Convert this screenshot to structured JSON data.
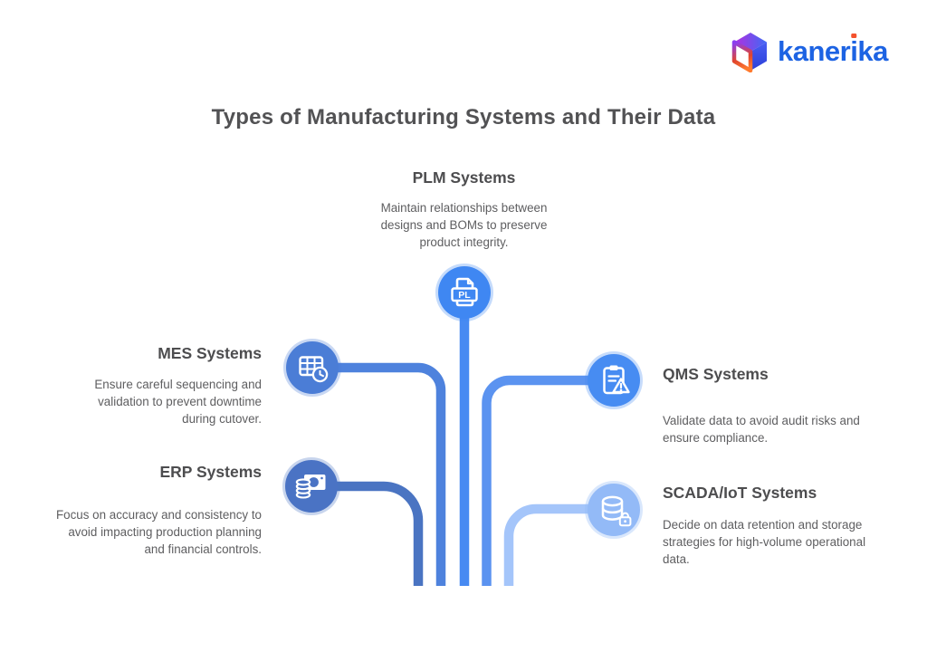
{
  "logo": {
    "brand": "kanerika",
    "brand_pre": "kaner",
    "brand_i": "i",
    "brand_post": "ka",
    "brand_color": "#1d63e3",
    "i_dot_color": "#f4512c"
  },
  "title": "Types of Manufacturing Systems and Their Data",
  "systems": [
    {
      "id": "plm",
      "name": "PLM Systems",
      "description": "Maintain relationships between designs and BOMs to preserve product integrity.",
      "icon": "document-pl-icon",
      "icon_label": "PL",
      "color": "#3f87f2",
      "line_color": "#478af2"
    },
    {
      "id": "mes",
      "name": "MES Systems",
      "description": "Ensure careful sequencing and validation to prevent downtime during cutover.",
      "icon": "table-clock-icon",
      "color": "#4b7dd6",
      "line_color": "#4e82dd"
    },
    {
      "id": "erp",
      "name": "ERP Systems",
      "description": "Focus on accuracy and consistency to avoid impacting production planning and financial controls.",
      "icon": "money-coins-icon",
      "color": "#4a73c4",
      "line_color": "#4a74c2"
    },
    {
      "id": "qms",
      "name": "QMS Systems",
      "description": "Validate data to avoid audit risks and ensure compliance.",
      "icon": "clipboard-warning-icon",
      "color": "#478cf2",
      "line_color": "#5b93f0"
    },
    {
      "id": "scada",
      "name": "SCADA/IoT Systems",
      "description": "Decide on data retention and storage strategies for high-volume operational data.",
      "icon": "database-lock-icon",
      "color": "#93baf7",
      "line_color": "#a4c5fa"
    }
  ]
}
